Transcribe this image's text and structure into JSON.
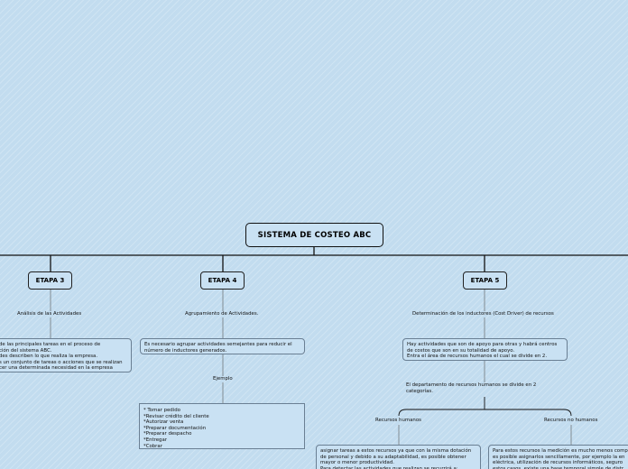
{
  "root": {
    "title": "SISTEMA DE COSTEO  ABC"
  },
  "stages": [
    {
      "title": "ETAPA 3",
      "subtitle": "Análisis de las Actividades",
      "detail": "de las principales tareas en el proceso de\nción del sistema ABC.\ndes describen lo que realiza la empresa.\ns un conjunto de tareas o acciones que se realizan\ncer una determinada necesidad en la empresa"
    },
    {
      "title": "ETAPA 4",
      "subtitle": "Agrupamiento de Actividades.",
      "detail": "Es necesario agrupar actividades semejantes para reducir el\nnúmero de inductores generados.",
      "example_label": "Ejemplo",
      "example_items": "* Tomar pedido\n*Revisar crédito del cliente\n*Autorizar venta\n*Preparar documentación\n*Preparar despacho\n*Entregar\n*Cobrar"
    },
    {
      "title": "ETAPA 5",
      "subtitle": "Determinación de los inductores (Cost Driver) de recursos",
      "detail": "Hay actividades que son de apoyo para otras y habrá centros\nde costos que son en su totalidad de apoyo.\nEntra el área de recursos humanos el cual se divide en 2.",
      "division_text": "El departamento de recursos humanos se divide en 2\ncategorías.",
      "categories": [
        {
          "label": "Recursos humanos",
          "detail": "asignar tareas a estos recursos ya que con la misma dotación\nde personal y debido a su adaptabilidad, es posible obtener\nmayor o menor productividad.\nPara detectar las actividades que realizan se recurrirá a:"
        },
        {
          "label": "Recursos no humanos",
          "detail": "Para estos recursos la medición es mucho menos comp\nes posible asignarlos sencillamente, por ejemplo la en\neléctrica, utilización de recursos informáticos, seguro\nestos casos, existe una base temporal simple de distr"
        }
      ]
    }
  ]
}
